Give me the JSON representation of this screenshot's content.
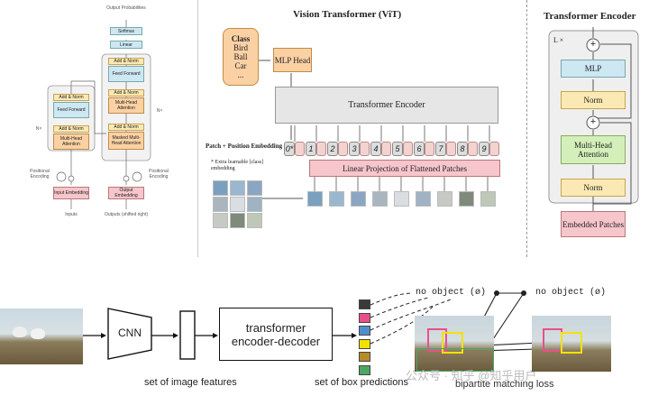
{
  "orig": {
    "output_probabilities": "Output Probabilities",
    "softmax": "Softmax",
    "linear": "Linear",
    "add_norm": "Add & Norm",
    "feed_forward": "Feed Forward",
    "multi_head_attention": "Multi-Head Attention",
    "masked_mha": "Masked Multi-Head Attention",
    "nx": "N×",
    "positional_encoding": "Positional Encoding",
    "input_embedding": "Input Embedding",
    "output_embedding": "Output Embedding",
    "inputs": "Inputs",
    "outputs": "Outputs (shifted right)"
  },
  "vit": {
    "title": "Vision Transformer (ViT)",
    "class_label": "Class",
    "classes": [
      "Bird",
      "Ball",
      "Car",
      "..."
    ],
    "mlp_head": "MLP Head",
    "transformer_encoder": "Transformer Encoder",
    "patch_pos_embedding": "Patch + Position Embedding",
    "extra_embedding_note": "* Extra learnable [class] embedding",
    "tokens": [
      "0*",
      "1",
      "2",
      "3",
      "4",
      "5",
      "6",
      "7",
      "8",
      "9"
    ],
    "linear_projection": "Linear Projection of Flattened Patches"
  },
  "encoder": {
    "title": "Transformer Encoder",
    "repeat": "L ×",
    "mlp": "MLP",
    "norm": "Norm",
    "mha": "Multi-Head Attention",
    "embedded_patches": "Embedded Patches",
    "plus": "+"
  },
  "detr": {
    "cnn": "CNN",
    "transformer": "transformer encoder-decoder",
    "image_features": "set of image features",
    "box_predictions": "set of box predictions",
    "bipartite": "bipartite matching loss",
    "no_object": "no object (ø)",
    "pred_colors": [
      "#3a3a3a",
      "#e8508a",
      "#4f8fd0",
      "#f2e200",
      "#b78a2a",
      "#4aa860"
    ]
  },
  "watermark": "公众号 · 知乎 @知乎用户"
}
